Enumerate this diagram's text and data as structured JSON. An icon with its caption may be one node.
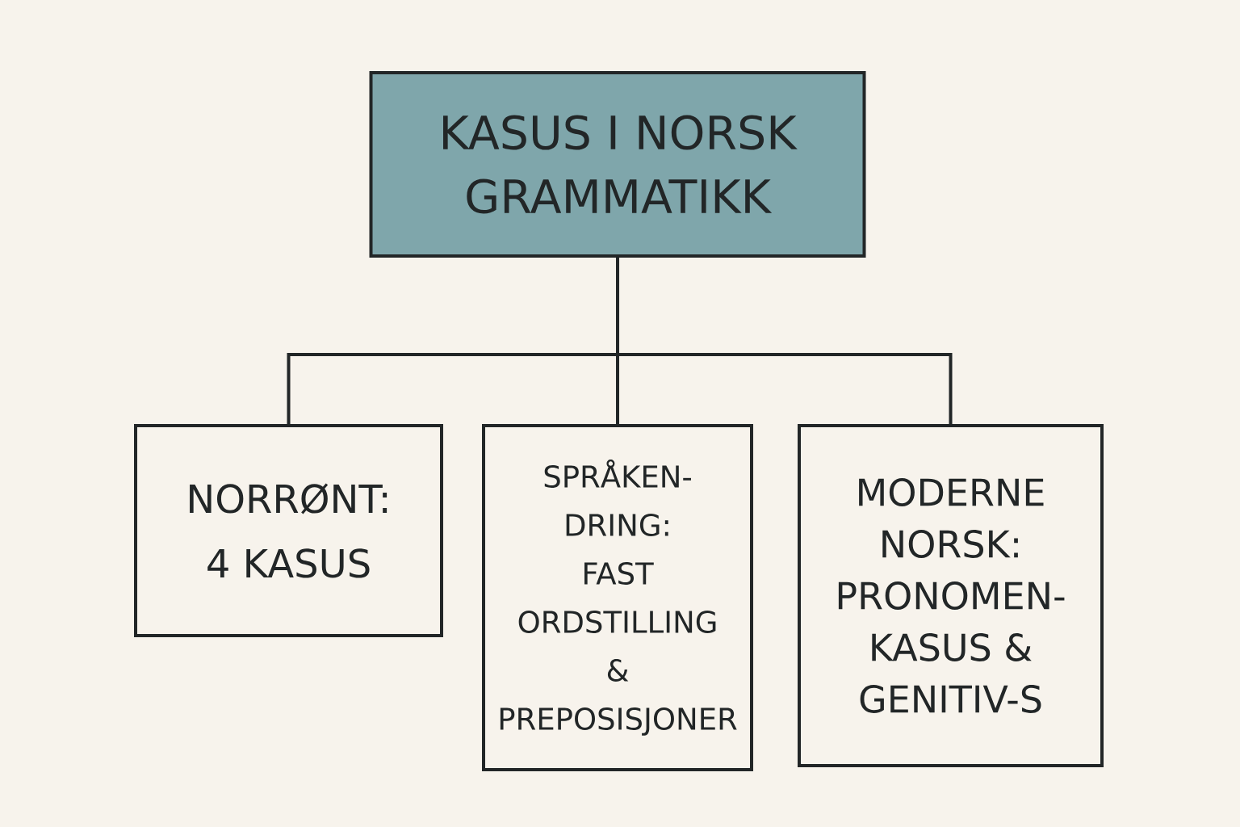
{
  "diagram": {
    "nodes": [
      {
        "text": [
          "KASUS I NORSK GRAMMATIKK"
        ]
      },
      {
        "text": [
          "NORRØNT: 4 KASUS"
        ]
      },
      {
        "text": [
          "SPRÅKEN- DRING: FAST ORDSTILLING & PREPOSISJONER"
        ]
      },
      {
        "text": [
          "MODERNE NORSK: PRONOMEN- KASUS & GENITIV-S"
        ]
      }
    ],
    "edges": [
      {
        "from": 0,
        "to": 1,
        "arrow": "none"
      },
      {
        "from": 0,
        "to": 2,
        "arrow": "none"
      },
      {
        "from": 0,
        "to": 3,
        "arrow": "none"
      }
    ]
  }
}
